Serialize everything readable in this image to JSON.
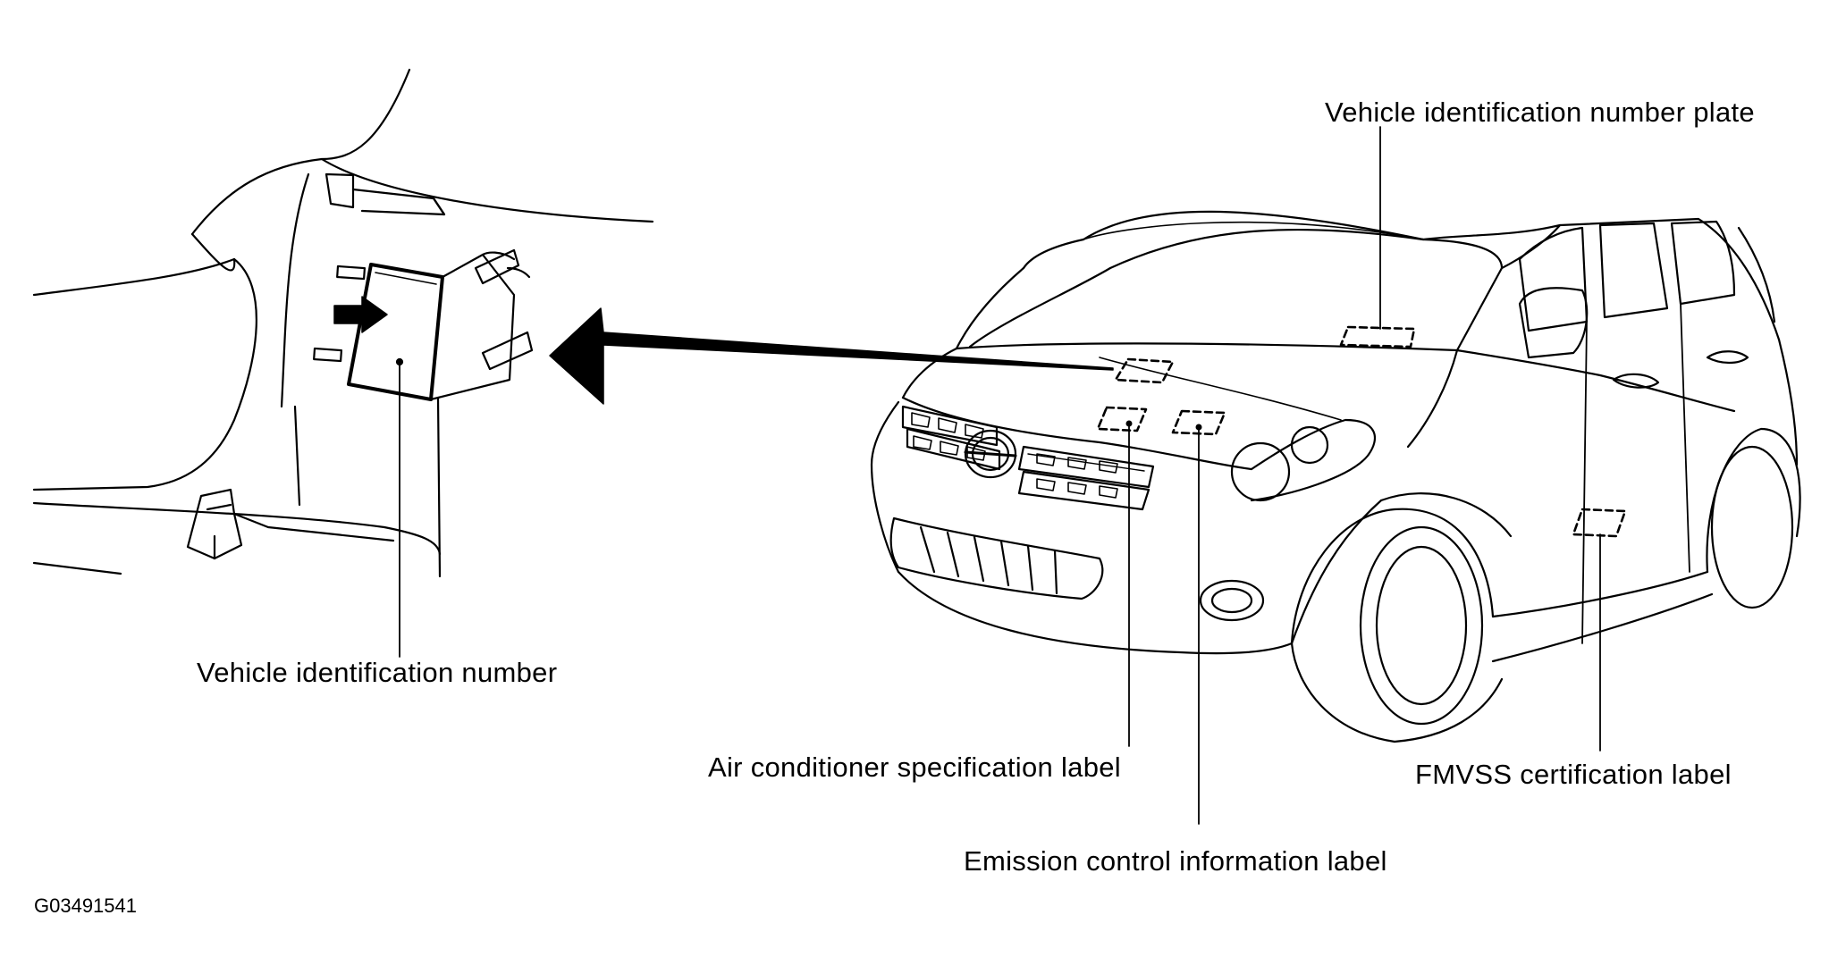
{
  "labels": {
    "vin_plate": "Vehicle identification number plate",
    "vin": "Vehicle identification number",
    "ac_label": "Air conditioner specification label",
    "fmvss_label": "FMVSS certification label",
    "emission_label": "Emission control information label"
  },
  "figure_id": "G03491541",
  "colors": {
    "ink": "#000000",
    "paper": "#ffffff"
  }
}
